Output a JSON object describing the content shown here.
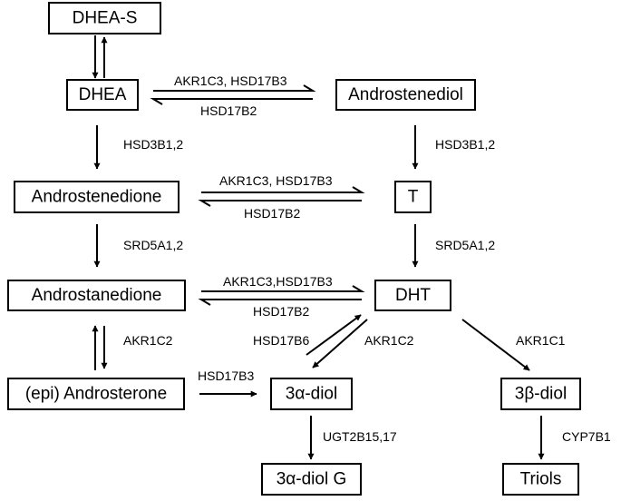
{
  "nodes": {
    "dhea_s": "DHEA-S",
    "dhea": "DHEA",
    "androstenediol": "Androstenediol",
    "androstenedione": "Androstenedione",
    "t": "T",
    "androstanedione": "Androstanedione",
    "dht": "DHT",
    "epi_androsterone": "(epi) Androsterone",
    "diol_3a": "3α-diol",
    "diol_3b": "3β-diol",
    "diol_3a_g": "3α-diol G",
    "triols": "Triols"
  },
  "enzymes": {
    "dhea_to_androstenediol": "AKR1C3, HSD17B3",
    "androstenediol_to_dhea": "HSD17B2",
    "dhea_to_androstenedione": "HSD3B1,2",
    "androstenediol_to_t": "HSD3B1,2",
    "androstenedione_to_t": "AKR1C3, HSD17B3",
    "t_to_androstenedione": "HSD17B2",
    "androstenedione_to_androstanedione": "SRD5A1,2",
    "t_to_dht": "SRD5A1,2",
    "androstanedione_to_dht": "AKR1C3,HSD17B3",
    "dht_to_androstanedione": "HSD17B2",
    "androstanedione_androsterone": "AKR1C2",
    "diol_to_dht": "HSD17B6",
    "dht_to_diol": "AKR1C2",
    "dht_to_3b_diol": "AKR1C1",
    "androsterone_to_3a_diol": "HSD17B3",
    "diol_3a_to_glucuronide": "UGT2B15,17",
    "diol_3b_to_triols": "CYP7B1"
  }
}
